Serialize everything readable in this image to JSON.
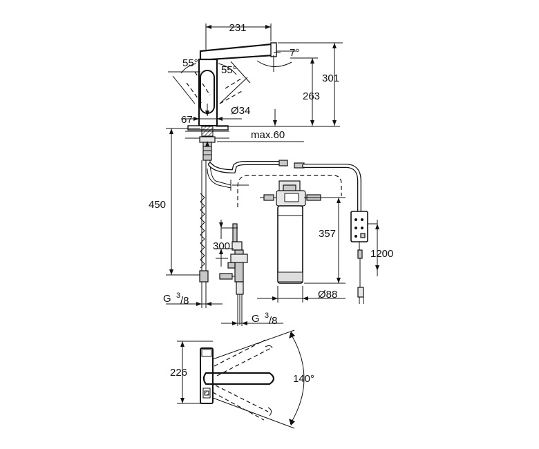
{
  "dimensions": {
    "spout_reach": "231",
    "spout_tilt_angle": "7°",
    "lever_angle_left": "55°",
    "lever_angle_right": "55°",
    "height_total": "301",
    "height_spout": "263",
    "base_width": "67",
    "base_diameter": "Ø34",
    "max_deck_thickness": "max.60",
    "supply_hose_length": "450",
    "filter_height": "357",
    "valve_offset": "300",
    "cable_length": "1200",
    "filter_diameter": "Ø88",
    "thread_left": {
      "letter": "G",
      "sup": "3",
      "sub": "/8"
    },
    "thread_right": {
      "letter": "G",
      "sup": "3",
      "sub": "/8"
    },
    "top_view_depth": "226",
    "swivel_angle": "140°"
  }
}
